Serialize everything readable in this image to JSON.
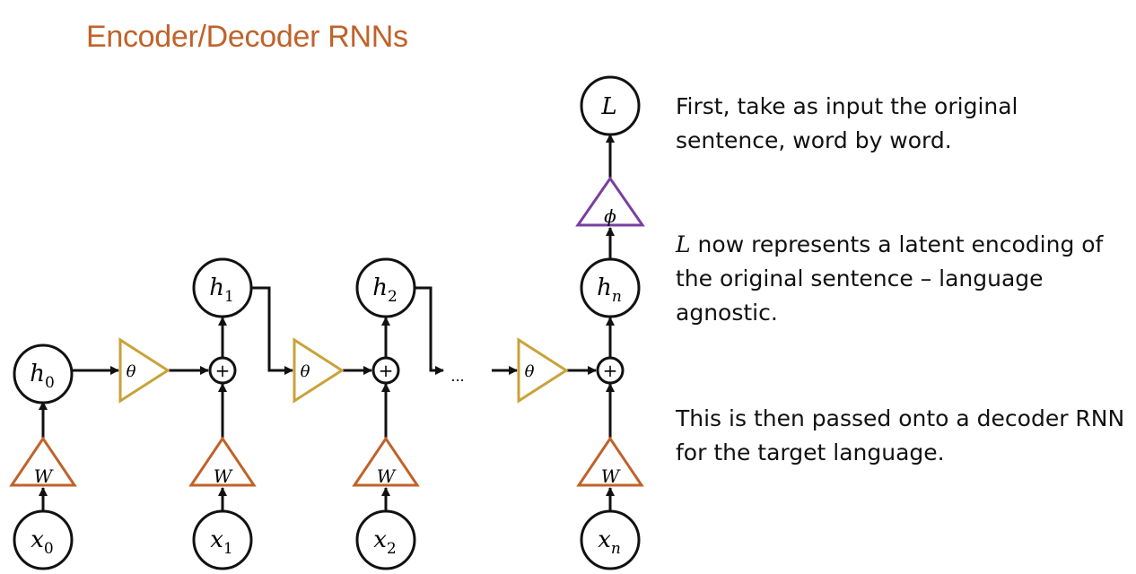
{
  "title": "Encoder/Decoder RNNs",
  "text": {
    "para1": "First, take as input the original sentence, word by word.",
    "para2_symbol": "L",
    "para2_rest": " now represents a latent encoding of the original sentence – language agnostic.",
    "para3": "This is then passed onto a decoder RNN for the target language."
  },
  "diagram": {
    "colors": {
      "w_triangle": "#C0622A",
      "theta_triangle": "#C9A23A",
      "phi_triangle": "#7A3FA0",
      "line": "#111111"
    },
    "nodes": {
      "h0": {
        "base": "h",
        "sub": "0"
      },
      "h1": {
        "base": "h",
        "sub": "1"
      },
      "h2": {
        "base": "h",
        "sub": "2"
      },
      "hn": {
        "base": "h",
        "sub": "n"
      },
      "x0": {
        "base": "x",
        "sub": "0"
      },
      "x1": {
        "base": "x",
        "sub": "1"
      },
      "x2": {
        "base": "x",
        "sub": "2"
      },
      "xn": {
        "base": "x",
        "sub": "n"
      },
      "L": "L"
    },
    "w_label": "W",
    "theta_label": "θ",
    "phi_label": "ϕ",
    "plus_label": "+",
    "ellipsis": "..."
  }
}
